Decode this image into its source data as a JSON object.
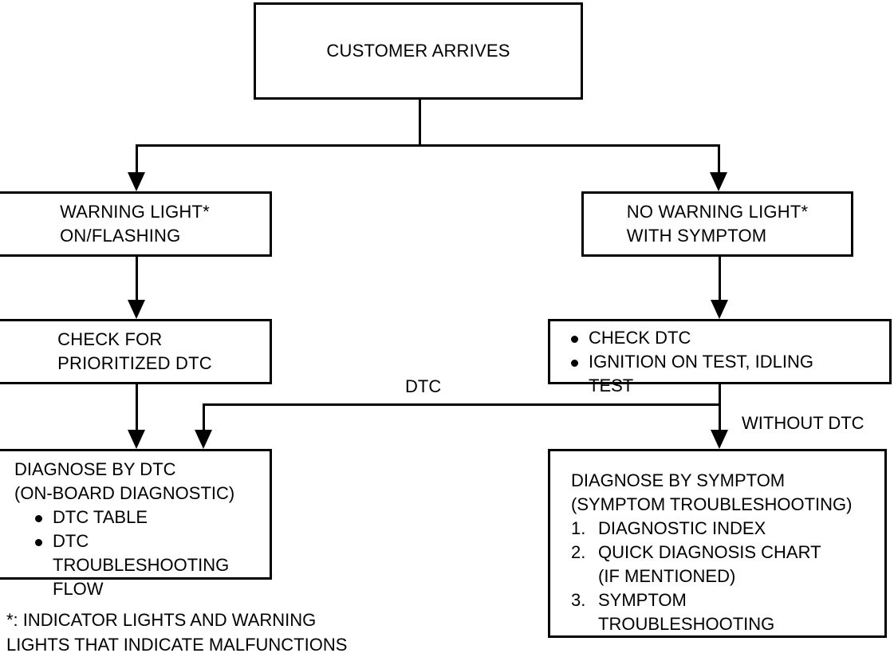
{
  "diagram": {
    "title": "Diagnostic Flowchart",
    "nodes": {
      "customer_arrives": {
        "label": "CUSTOMER ARRIVES"
      },
      "warning_light": {
        "label": "WARNING LIGHT*\nON/FLASHING"
      },
      "no_warning_light": {
        "label": "NO WARNING LIGHT*\nWITH SYMPTOM"
      },
      "check_prioritized_dtc": {
        "label": "CHECK FOR\nPRIORITIZED DTC"
      },
      "check_dtc_tests": {
        "bullets": [
          "CHECK DTC",
          "IGNITION ON TEST, IDLING\nTEST"
        ]
      },
      "diagnose_by_dtc": {
        "heading": "DIAGNOSE BY DTC\n(ON-BOARD DIAGNOSTIC)",
        "bullets": [
          "DTC TABLE",
          "DTC\nTROUBLESHOOTING\nFLOW"
        ]
      },
      "diagnose_by_symptom": {
        "heading": "DIAGNOSE BY SYMPTOM\n(SYMPTOM TROUBLESHOOTING)",
        "items": [
          {
            "num": "1.",
            "text": "DIAGNOSTIC INDEX"
          },
          {
            "num": "2.",
            "text": "QUICK DIAGNOSIS CHART\n  (IF MENTIONED)"
          },
          {
            "num": "3.",
            "text": "SYMPTOM\n  TROUBLESHOOTING"
          }
        ]
      }
    },
    "edge_labels": {
      "dtc": "DTC",
      "without_dtc": "WITHOUT DTC"
    },
    "footnote": "*: INDICATOR LIGHTS AND WARNING\n   LIGHTS THAT INDICATE MALFUNCTIONS",
    "colors": {
      "stroke": "#000000",
      "background": "#ffffff",
      "text": "#000000"
    }
  }
}
